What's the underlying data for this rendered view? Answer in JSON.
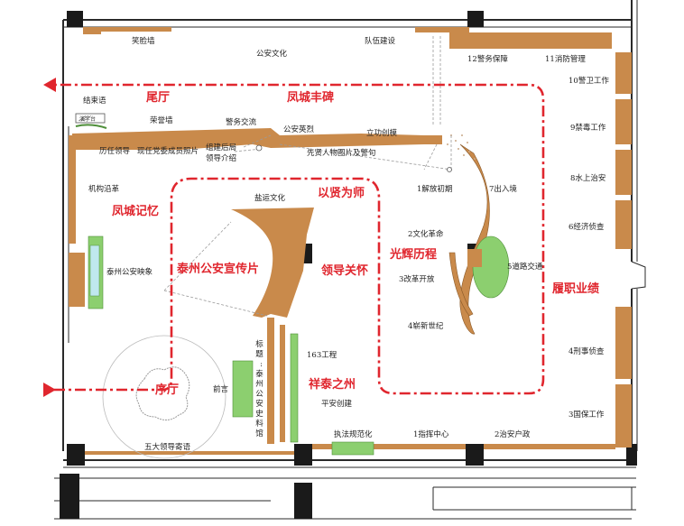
{
  "colors": {
    "route": "#e0262e",
    "wood": "#c98a4b",
    "green": "#8ccf6f",
    "wall": "#2a2a2a"
  },
  "zones": {
    "tail_hall": "尾厅",
    "fengcheng_monument": "凤城丰碑",
    "fengcheng_memory": "凤城记忆",
    "yixian_weishi": "以贤为师",
    "taizhou_promo": "泰州公安宣传片",
    "leader_care": "领导关怀",
    "glory_history": "光辉历程",
    "duty_performance": "履职业绩",
    "xiangtai_zhizhou": "祥泰之州",
    "prelude": "序厅"
  },
  "labels": {
    "smile_wall": "笑脸墙",
    "police_culture": "公安文化",
    "team_building": "队伍建设",
    "police_support": "12警务保障",
    "fire_management": "11消防管理",
    "guard_work": "10警卫工作",
    "drug_control": "9禁毒工作",
    "water_security": "8水上治安",
    "economic_investigation": "6经济侦查",
    "criminal_investigation": "4刑事侦查",
    "state_security": "3国保工作",
    "public_security_admin": "2治安户政",
    "command_center": "1指挥中心",
    "law_enforcement": "执法规范化",
    "peaceful_building": "平安创建",
    "project_163": "163工程",
    "closing": "结束语",
    "honor_wall": "荣誉墙",
    "police_exchange": "警务交流",
    "heroes": "公安英烈",
    "meritorious": "立功创模",
    "past_leaders": "历任领导",
    "current_members": "现任党委成员照片",
    "leading_group": "组建后局",
    "leader_intro": "领导介绍",
    "pioneers": "先贤人物图片及警句",
    "institutional_history": "机构沿革",
    "salt_culture": "盐运文化",
    "liberation_era": "1解放初期",
    "entry_exit": "7出入境",
    "cultural_revolution": "2文化革命",
    "road_traffic": "5道路交通",
    "reform_opening": "3改革开放",
    "new_century": "4崭新世纪",
    "taizhou_video": "泰州公安映象",
    "title_history": "标题:泰州公安史料馆",
    "preface": "前言",
    "leader_messages": "五大领导寄语",
    "podium": "演字台"
  }
}
